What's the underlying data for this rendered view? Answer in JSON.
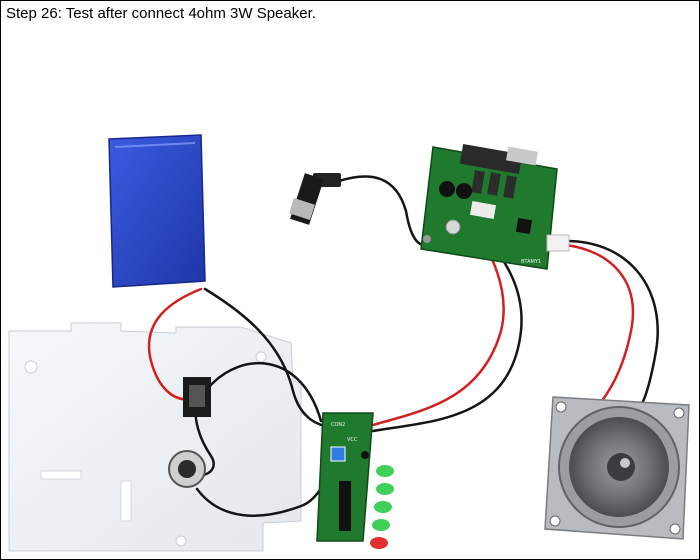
{
  "caption": "Step 26: Test after connect 4ohm 3W Speaker.",
  "board_labels": {
    "bluetooth_board": "BTAMY1",
    "led_board_top": "CON2",
    "led_board_vcc": "VCC"
  },
  "colors": {
    "battery": "#2946c9",
    "pcb": "#1f7a2e",
    "wire_red": "#d22020",
    "wire_black": "#151515",
    "led_green": "#3fd05a",
    "led_red": "#e23030",
    "speaker_frame": "#b8bcc0",
    "acrylic": "#f2f4f6"
  }
}
